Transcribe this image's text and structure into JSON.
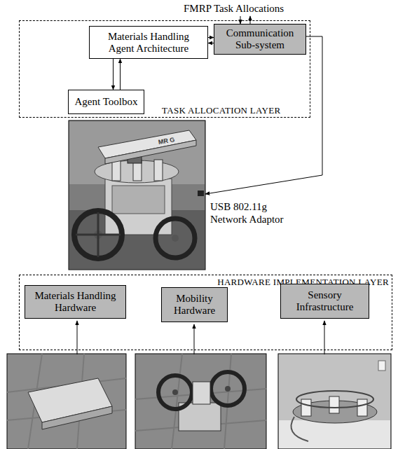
{
  "diagram": {
    "nodes": [
      {
        "text": [
          "TASK ALLOCATION LAYER"
        ]
      },
      {
        "text": [
          "Materials Handling Agent Architecture"
        ],
        "in": 0
      },
      {
        "text": [
          "Communication Sub-system"
        ],
        "in": 0
      },
      {
        "text": [
          "Agent Toolbox"
        ],
        "in": 0
      },
      {
        "text": [
          "HARDWARE IMPLEMENTATION LAYER"
        ]
      },
      {
        "text": [
          "Materials Handling Hardware"
        ],
        "in": 4
      },
      {
        "text": [
          "Mobility Hardware"
        ],
        "in": 4
      },
      {
        "text": [
          "Sensory Infrastructure"
        ],
        "in": 4
      }
    ],
    "edges": [
      {
        "from": 1,
        "to": 2,
        "arrow": "to"
      },
      {
        "from": 2,
        "to": 1,
        "arrow": "to"
      },
      {
        "from": 1,
        "to": 3,
        "arrow": "to"
      },
      {
        "from": 3,
        "to": 1,
        "arrow": "to"
      }
    ],
    "labels": [
      "FMRP Task Allocations",
      "USB 802.11g Network Adaptor",
      "MR G"
    ]
  }
}
